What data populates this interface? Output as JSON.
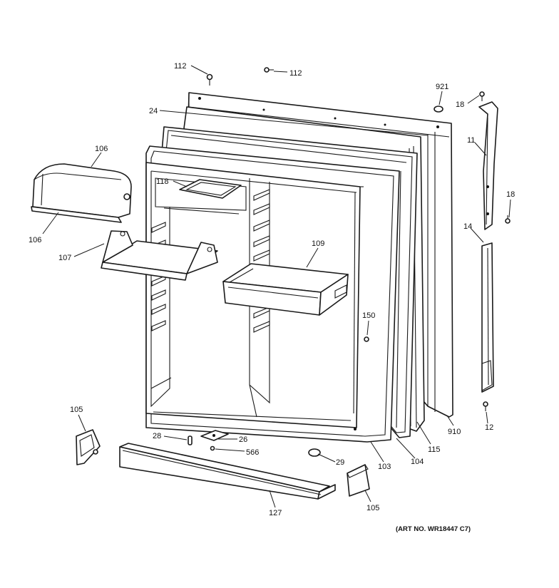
{
  "labels": {
    "p112a": "112",
    "p112b": "112",
    "p921": "921",
    "p18a": "18",
    "p18b": "18",
    "p24": "24",
    "p11": "11",
    "p106a": "106",
    "p106b": "106",
    "p118": "118",
    "p14": "14",
    "p107": "107",
    "p109": "109",
    "p150": "150",
    "p105a": "105",
    "p105b": "105",
    "p28": "28",
    "p26": "26",
    "p566": "566",
    "p29": "29",
    "p103": "103",
    "p104": "104",
    "p115": "115",
    "p910": "910",
    "p12": "12",
    "p127": "127"
  },
  "art_no": "(ART NO. WR18447 C7)"
}
